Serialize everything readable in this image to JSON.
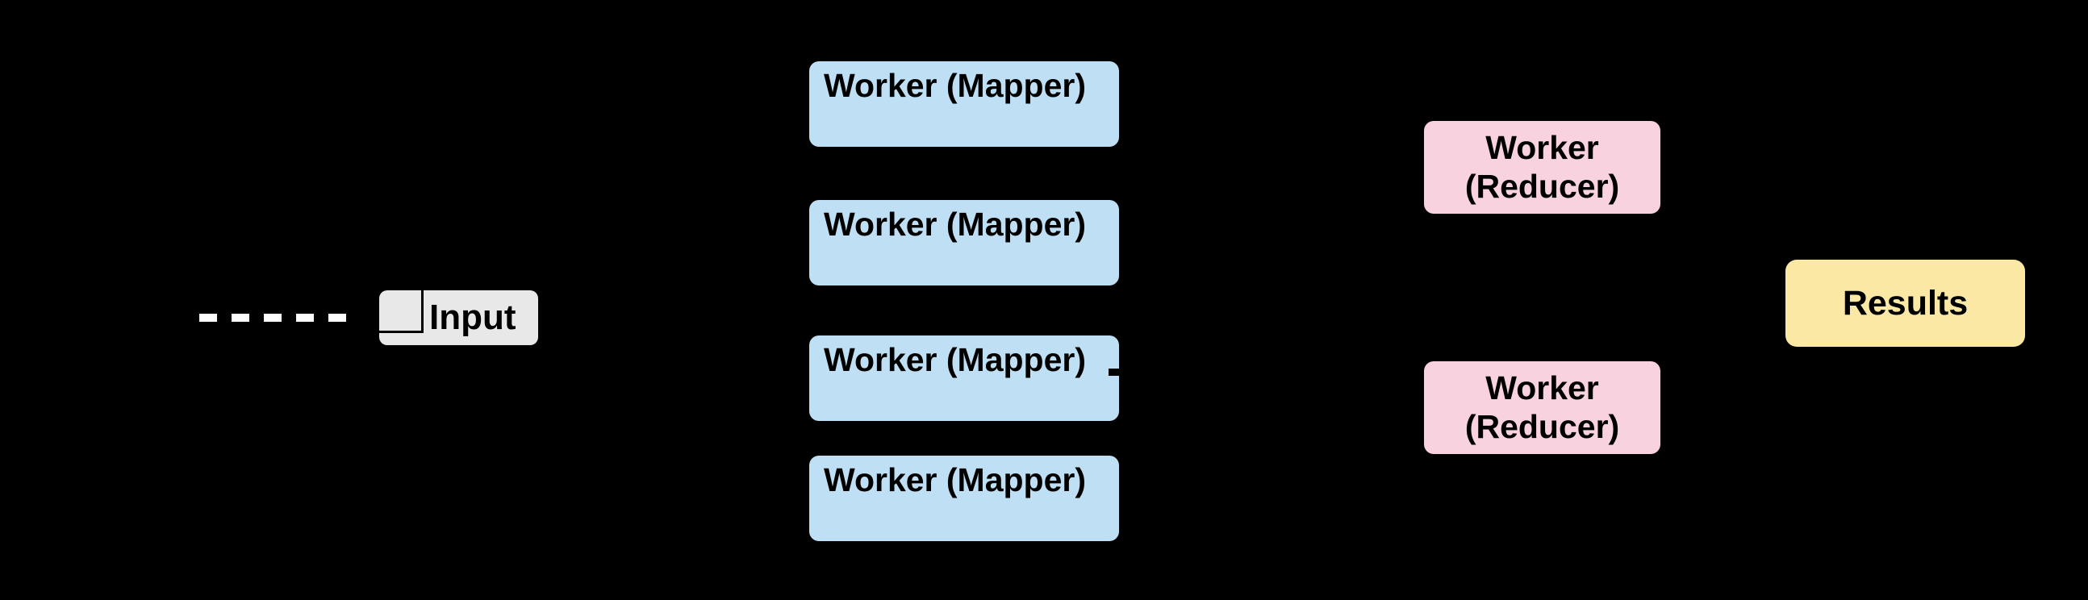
{
  "diagram": {
    "type": "mapreduce-architecture",
    "background_color": "#000000",
    "connector": {
      "style": "dashed",
      "color": "#FFFFFF"
    },
    "input_node": {
      "label": "Input",
      "fill_color": "#E8E8E8",
      "border_color": "#000000"
    },
    "mapper_fill_color": "#BFE0F4",
    "mapper_nodes": [
      {
        "label": "Worker (Mapper)"
      },
      {
        "label": "Worker (Mapper)"
      },
      {
        "label": "Worker (Mapper)"
      },
      {
        "label": "Worker (Mapper)"
      }
    ],
    "reducer_fill_color": "#F8D2DE",
    "reducer_nodes": [
      {
        "lines": [
          "Worker",
          "(Reducer)"
        ]
      },
      {
        "lines": [
          "Worker",
          "(Reducer)"
        ]
      }
    ],
    "results_node": {
      "label": "Results",
      "fill_color": "#FBE8A5"
    }
  }
}
